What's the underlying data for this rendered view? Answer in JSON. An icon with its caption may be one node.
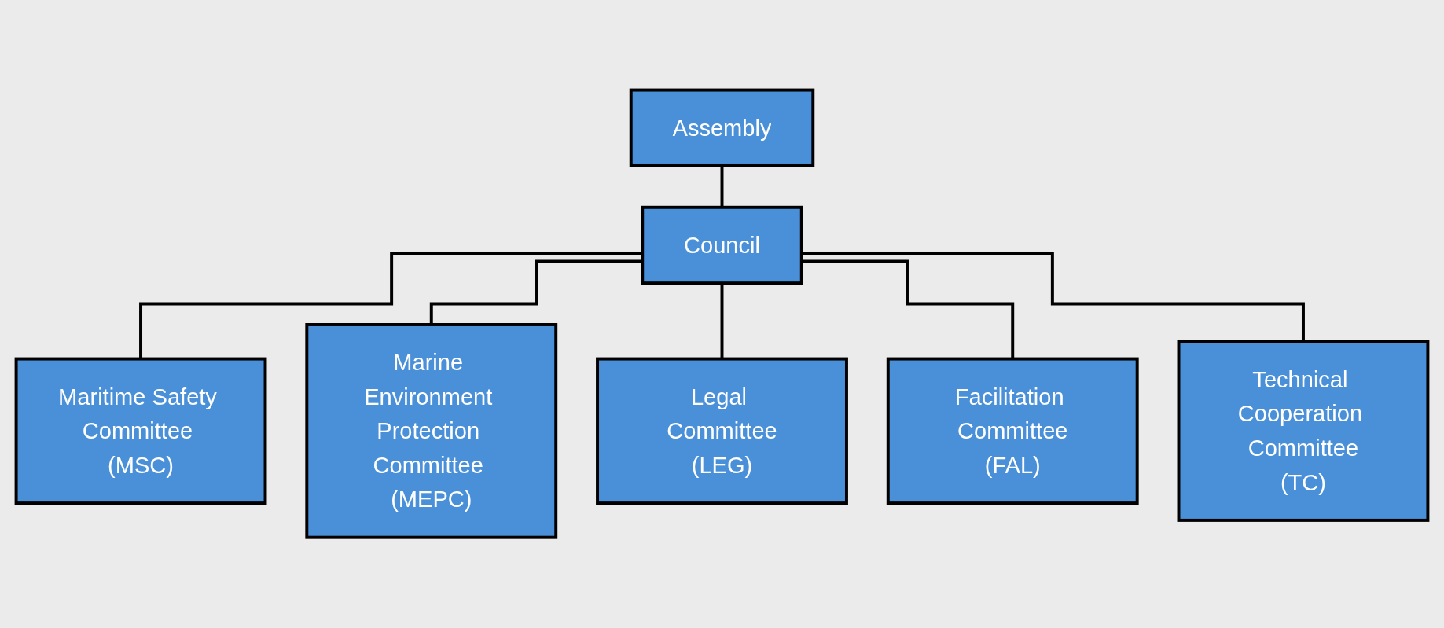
{
  "diagram": {
    "nodes": [
      {
        "text": [
          "Assembly"
        ]
      },
      {
        "text": [
          "Council"
        ]
      },
      {
        "text": [
          "Maritime Safety Committee (MSC)"
        ]
      },
      {
        "text": [
          "Marine Environment Protection Committee (MEPC)"
        ]
      },
      {
        "text": [
          "Legal Committee",
          "(LEG)"
        ]
      },
      {
        "text": [
          "Facilitation Committee",
          "(FAL)"
        ]
      },
      {
        "text": [
          "Technical Cooperation Committee",
          "(TC)"
        ]
      }
    ],
    "edges": [
      {
        "from": 0,
        "to": 1,
        "arrow": "none"
      },
      {
        "from": 1,
        "to": 2,
        "arrow": "none"
      },
      {
        "from": 1,
        "to": 3,
        "arrow": "none"
      },
      {
        "from": 1,
        "to": 4,
        "arrow": "none"
      },
      {
        "from": 1,
        "to": 5,
        "arrow": "none"
      },
      {
        "from": 1,
        "to": 6,
        "arrow": "none"
      }
    ]
  }
}
